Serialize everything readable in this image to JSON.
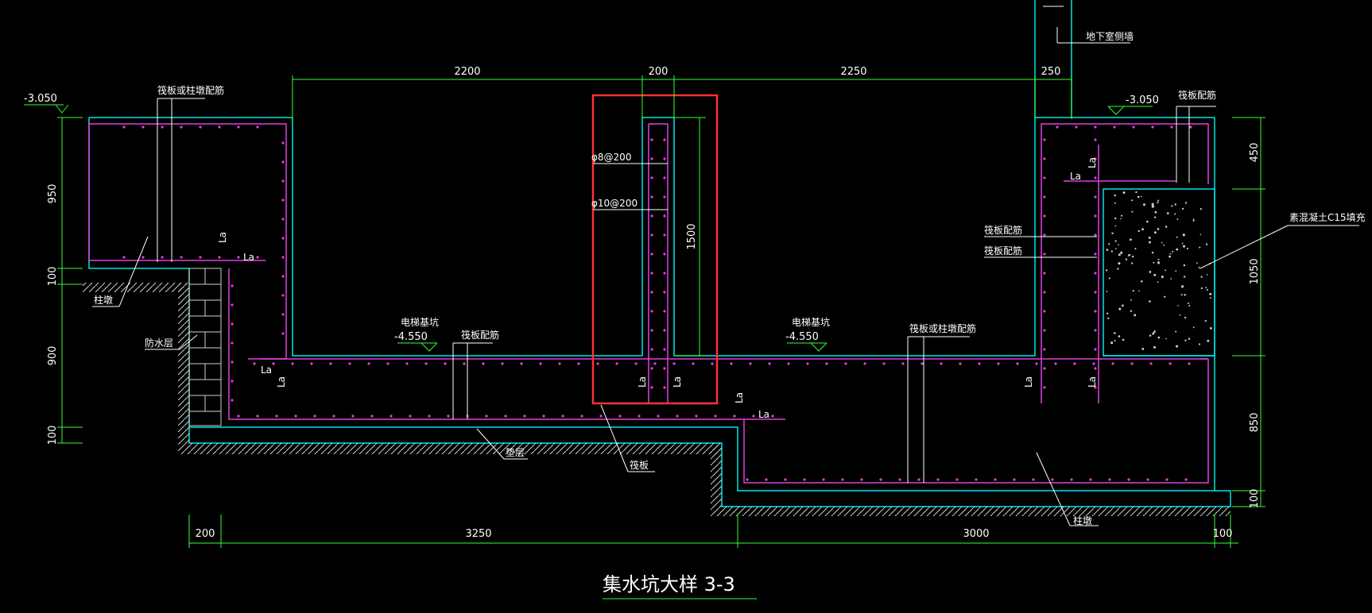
{
  "colors": {
    "background": "#000000",
    "concrete": "#00e6e6",
    "rebar": "#e040e0",
    "dimension": "#33ff33",
    "frame": "#ff3333",
    "leader": "#ffffff",
    "title_underline": "#33ff33"
  },
  "title": "集水坑大样 3-3",
  "top_dims": [
    "2200",
    "200",
    "2250",
    "250"
  ],
  "bottom_dims": [
    "200",
    "3250",
    "3000",
    "100"
  ],
  "left_dims": [
    "950",
    "100",
    "900",
    "100"
  ],
  "right_dims": [
    "450",
    "1050",
    "850",
    "100"
  ],
  "wall_dim": "1500",
  "elev_left": "-3.050",
  "elev_right": "-3.050",
  "labels": {
    "raft_or_beam_left": "筏板或柱墩配筋",
    "pile_cap_left": "柱墩",
    "waterproof": "防水层",
    "pit_left": "电梯基坑",
    "pit_left_elev": "-4.550",
    "raft_rebar_mid": "筏板配筋",
    "bedding": "垫层",
    "raft": "筏板",
    "bar_a": "φ8@200",
    "bar_b": "φ10@200",
    "pit_right": "电梯基坑",
    "pit_right_elev": "-4.550",
    "raft_or_beam_right": "筏板或柱墩配筋",
    "basement_wall": "地下室侧墙",
    "raft_rebar_top_right": "筏板配筋",
    "raft_rebar_r1": "筏板配筋",
    "raft_rebar_r2": "筏板配筋",
    "fill": "素混凝土C15填充",
    "pile_cap_right": "柱墩"
  },
  "la": "La"
}
